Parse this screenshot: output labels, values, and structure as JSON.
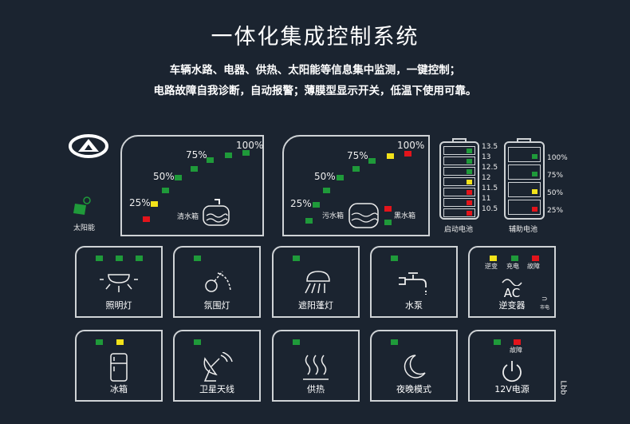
{
  "header": {
    "title": "一体化集成控制系统",
    "line1": "车辆水路、电器、供热、太阳能等信息集中监测，一键控制；",
    "line2": "电路故障自我诊断，自动报警；薄膜型显示开关，低温下使用可靠。"
  },
  "colors": {
    "green": "#1f9a3a",
    "yellow": "#f2e21a",
    "red": "#e3141b",
    "bg": "#1b2430"
  },
  "solar": {
    "label": "太阳能"
  },
  "clean_tank": {
    "label": "清水箱",
    "p25": "25%",
    "p50": "50%",
    "p75": "75%",
    "p100": "100%"
  },
  "waste_tank": {
    "label": "污水箱",
    "black_label": "黑水箱",
    "p25": "25%",
    "p50": "50%",
    "p75": "75%",
    "p100": "100%"
  },
  "start_battery": {
    "label": "启动电池",
    "levels": [
      "13.5",
      "13",
      "12.5",
      "12",
      "11.5",
      "11",
      "10.5"
    ],
    "colors": [
      "g",
      "g",
      "g",
      "y",
      "r",
      "r",
      "r"
    ]
  },
  "aux_battery": {
    "label": "辅助电池",
    "levels": [
      "100%",
      "75%",
      "50%",
      "25%"
    ],
    "colors": [
      "g",
      "g",
      "y",
      "r"
    ]
  },
  "tiles": {
    "lighting": {
      "label": "照明灯"
    },
    "ambient": {
      "label": "氛围灯"
    },
    "awning": {
      "label": "遮阳蓬灯"
    },
    "pump": {
      "label": "水泵"
    },
    "inverter": {
      "label": "逆变器",
      "ind1": "逆变",
      "ind2": "充电",
      "ind3": "故障",
      "ac": "AC",
      "mains": "市电"
    },
    "fridge": {
      "label": "冰箱"
    },
    "satellite": {
      "label": "卫星天线"
    },
    "heating": {
      "label": "供热"
    },
    "night": {
      "label": "夜晚模式"
    },
    "power12v": {
      "label": "12V电源",
      "fault": "故障"
    }
  },
  "side_mark": "Lbb"
}
